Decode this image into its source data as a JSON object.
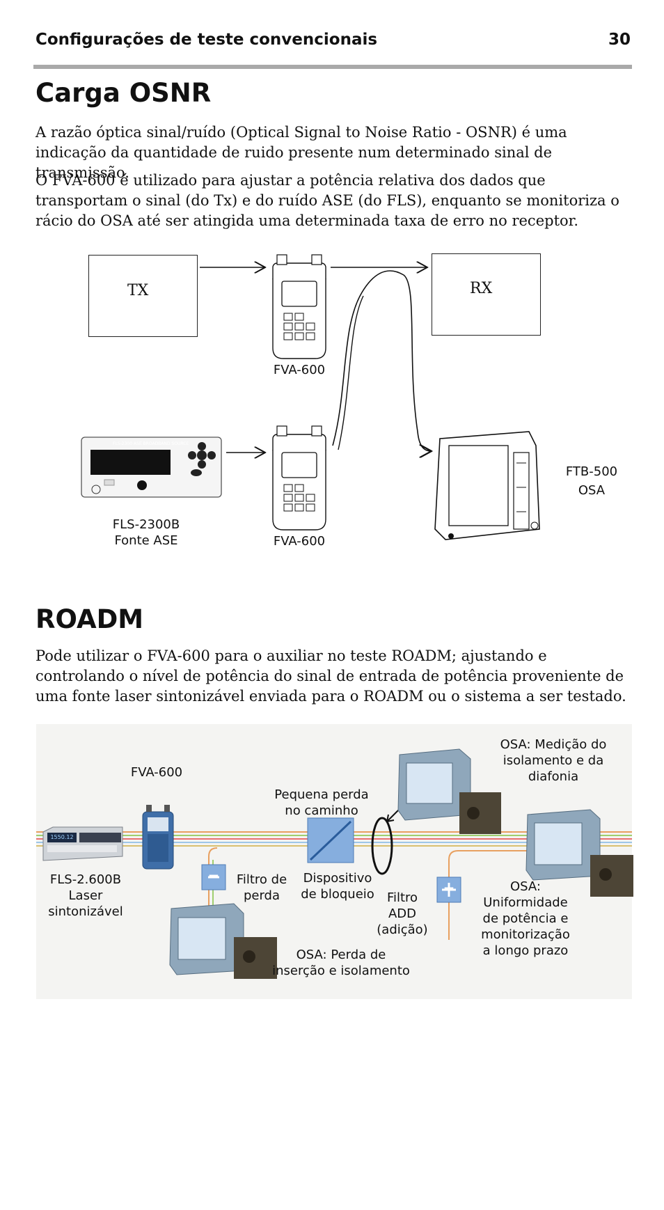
{
  "header": {
    "title": "Configurações de teste convencionais",
    "page_number": "30"
  },
  "osnr": {
    "heading": "Carga OSNR",
    "para1": "A razão óptica sinal/ruído (Optical Signal to Noise Ratio - OSNR) é uma indicação da quantidade de ruido presente num determinado sinal de transmissão.",
    "para2": "O FVA-600 é utilizado para ajustar a potência relativa dos dados que transportam o sinal (do Tx) e do ruído ASE (do FLS), enquanto se monitoriza o rácio do OSA até ser atingida uma determinada taxa de erro no receptor.",
    "diagram": {
      "tx": "TX",
      "rx": "RX",
      "fva_top": "FVA-600",
      "fva_bottom": "FVA-600",
      "fls_line1": "FLS-2300B",
      "fls_line2": "Fonte ASE",
      "ftb_line1": "FTB-500",
      "ftb_line2": "OSA",
      "fls_panel_text": "FLS-2300 ASE BROADBAND SOURCE"
    }
  },
  "roadm": {
    "heading": "ROADM",
    "para": "Pode utilizar o FVA-600 para o auxiliar no teste ROADM; ajustando e controlando o nível de potência do sinal de entrada de potência proveniente de uma fonte laser sintonizável enviada para o ROADM ou o sistema a ser testado.",
    "diagram": {
      "fva": "FVA-600",
      "osa_top": [
        "OSA: Medição do",
        "isolamento e da",
        "diafonia"
      ],
      "small_loss": [
        "Pequena perda",
        "no caminho"
      ],
      "fls": [
        "FLS-2.600B",
        "Laser",
        "sintonizável"
      ],
      "loss_filter": [
        "Filtro de",
        "perda"
      ],
      "blocking": [
        "Dispositivo",
        "de bloqueio"
      ],
      "add_filter": [
        "Filtro",
        "ADD",
        "(adição)"
      ],
      "osa_right": [
        "OSA:",
        "Uniformidade",
        "de potência e",
        "monitorização",
        "a longo prazo"
      ],
      "osa_bottom": [
        "OSA: Perda de",
        "inserção e isolamento"
      ],
      "minus_sign": "−",
      "plus_sign": "+",
      "screen_readout": "1550.12"
    }
  }
}
